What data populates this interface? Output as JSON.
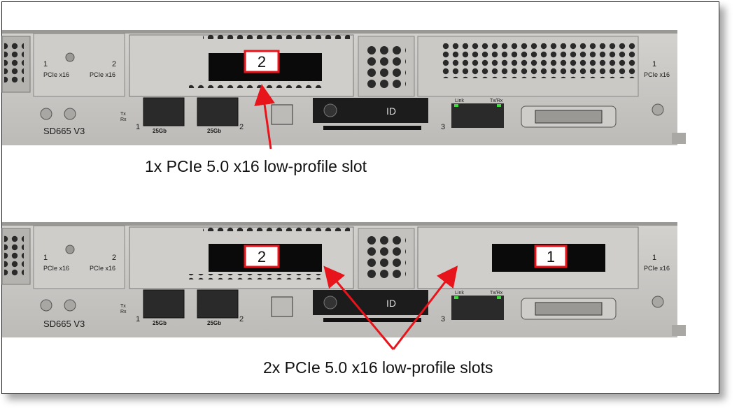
{
  "panels": [
    {
      "model": "SD665 V3",
      "slot_labels": [
        "1",
        "2",
        "PCIe x16",
        "PCIe x16",
        "PCIe x16"
      ],
      "port_labels": [
        "Tx",
        "Rx",
        "1",
        "25Gb",
        "25Gb",
        "2",
        "3",
        "Link",
        "Tx/Rx"
      ],
      "pcie_slots": [
        "2"
      ],
      "caption": "1x PCIe 5.0 x16 low-profile slot"
    },
    {
      "model": "SD665 V3",
      "slot_labels": [
        "1",
        "2",
        "PCIe x16",
        "PCIe x16",
        "PCIe x16"
      ],
      "port_labels": [
        "Tx",
        "Rx",
        "1",
        "25Gb",
        "25Gb",
        "2",
        "3",
        "Link",
        "Tx/Rx"
      ],
      "pcie_slots": [
        "2",
        "1"
      ],
      "caption": "2x PCIe 5.0 x16 low-profile slots"
    }
  ],
  "led_id_label": "ID",
  "colors": {
    "callout": "#e8141b",
    "chassis": "#c8c6c3",
    "slot": "#0a0a0a",
    "link_led": "#3adf3a"
  }
}
